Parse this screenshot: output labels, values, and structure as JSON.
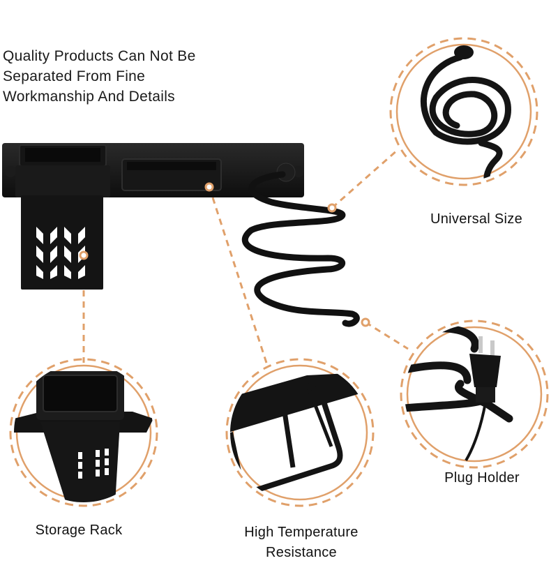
{
  "headline": {
    "lines": [
      "Quality Products Can Not Be",
      "Separated From Fine",
      "Workmanship And Details"
    ]
  },
  "callouts": [
    {
      "id": "universal-size",
      "label": "Universal Size"
    },
    {
      "id": "plug-holder",
      "label": "Plug Holder"
    },
    {
      "id": "storage-rack",
      "label": "Storage Rack"
    },
    {
      "id": "high-temperature",
      "label_line1": "High Temperature",
      "label_line2": "Resistance"
    }
  ],
  "colors": {
    "accent": "#e0a06a",
    "product": "#141414",
    "background": "#ffffff"
  }
}
